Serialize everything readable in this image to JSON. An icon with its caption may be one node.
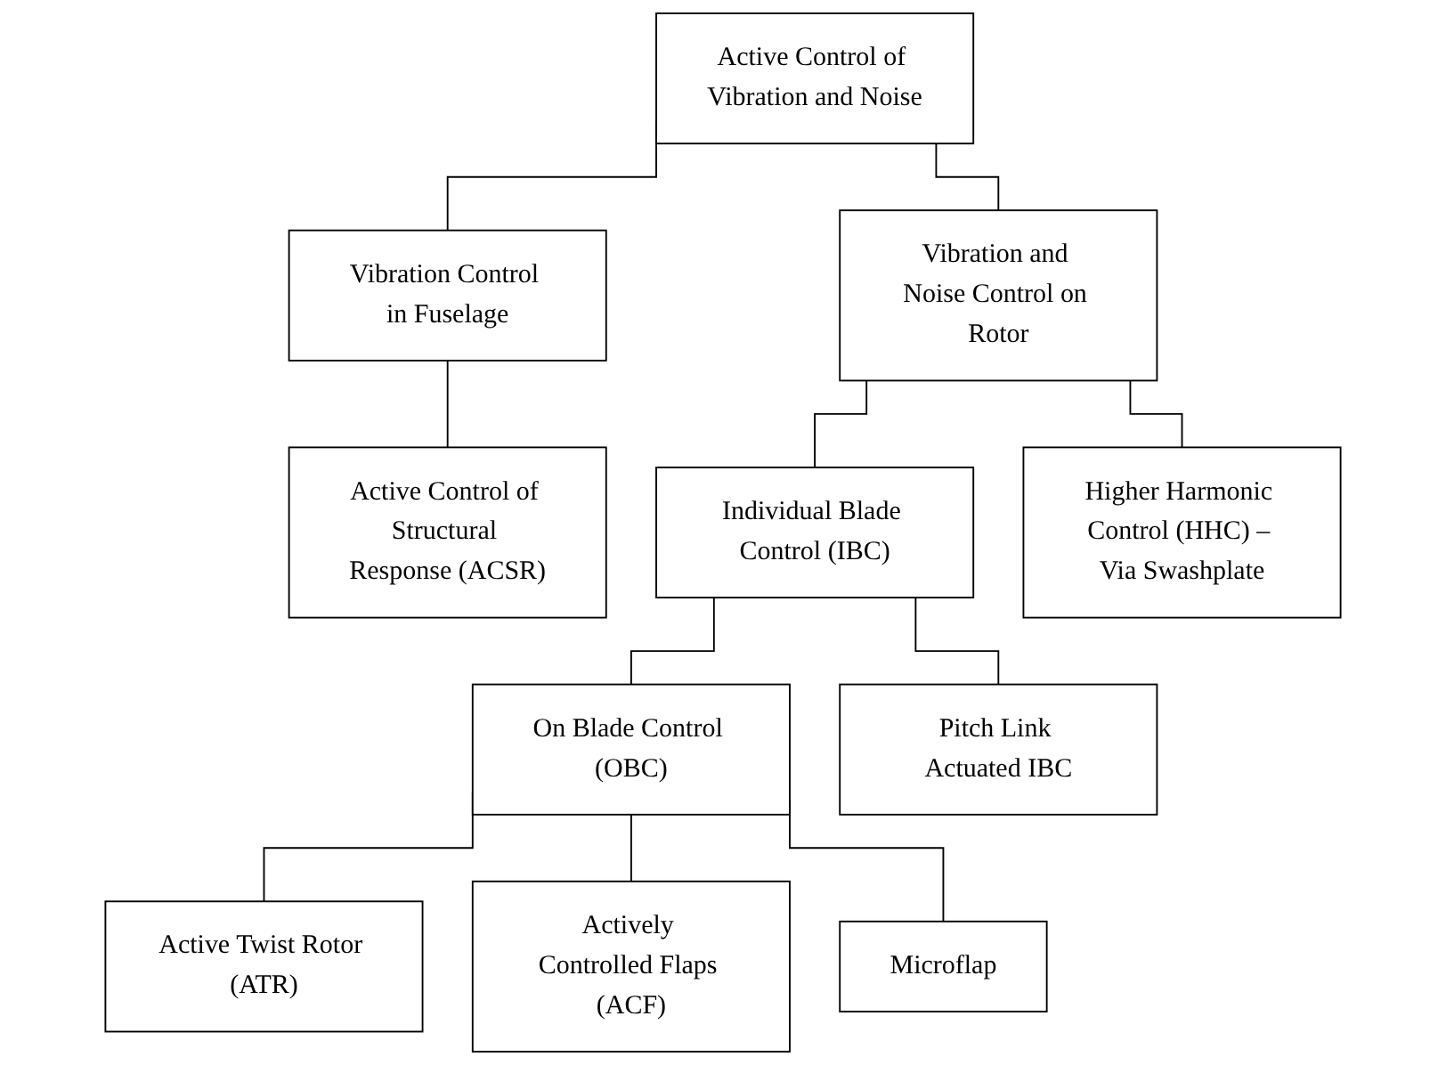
{
  "diagram": {
    "nodes": [
      {
        "text": [
          "Active Control of Vibration and Noise"
        ]
      },
      {
        "text": [
          "Vibration Control in Fuselage"
        ]
      },
      {
        "text": [
          "Vibration and Noise Control on Rotor"
        ]
      },
      {
        "text": [
          "Active Control of Structural Response (ACSR)"
        ]
      },
      {
        "text": [
          "Individual Blade Control (IBC)"
        ]
      },
      {
        "text": [
          "Higher Harmonic Control (HHC) – Via Swashplate"
        ]
      },
      {
        "text": [
          "On Blade Control (OBC)"
        ]
      },
      {
        "text": [
          "Pitch Link Actuated IBC"
        ]
      },
      {
        "text": [
          "Active Twist Rotor (ATR)"
        ]
      },
      {
        "text": [
          "Actively Controlled Flaps (ACF)"
        ]
      },
      {
        "text": [
          "Microflap"
        ]
      }
    ],
    "edges": [
      {
        "from": 0,
        "to": 1,
        "arrow": "none"
      },
      {
        "from": 0,
        "to": 2,
        "arrow": "none"
      },
      {
        "from": 1,
        "to": 3,
        "arrow": "none"
      },
      {
        "from": 2,
        "to": 4,
        "arrow": "none"
      },
      {
        "from": 2,
        "to": 5,
        "arrow": "none"
      },
      {
        "from": 4,
        "to": 6,
        "arrow": "none"
      },
      {
        "from": 4,
        "to": 7,
        "arrow": "none"
      },
      {
        "from": 6,
        "to": 8,
        "arrow": "none"
      },
      {
        "from": 6,
        "to": 9,
        "arrow": "none"
      },
      {
        "from": 6,
        "to": 10,
        "arrow": "none"
      }
    ]
  }
}
